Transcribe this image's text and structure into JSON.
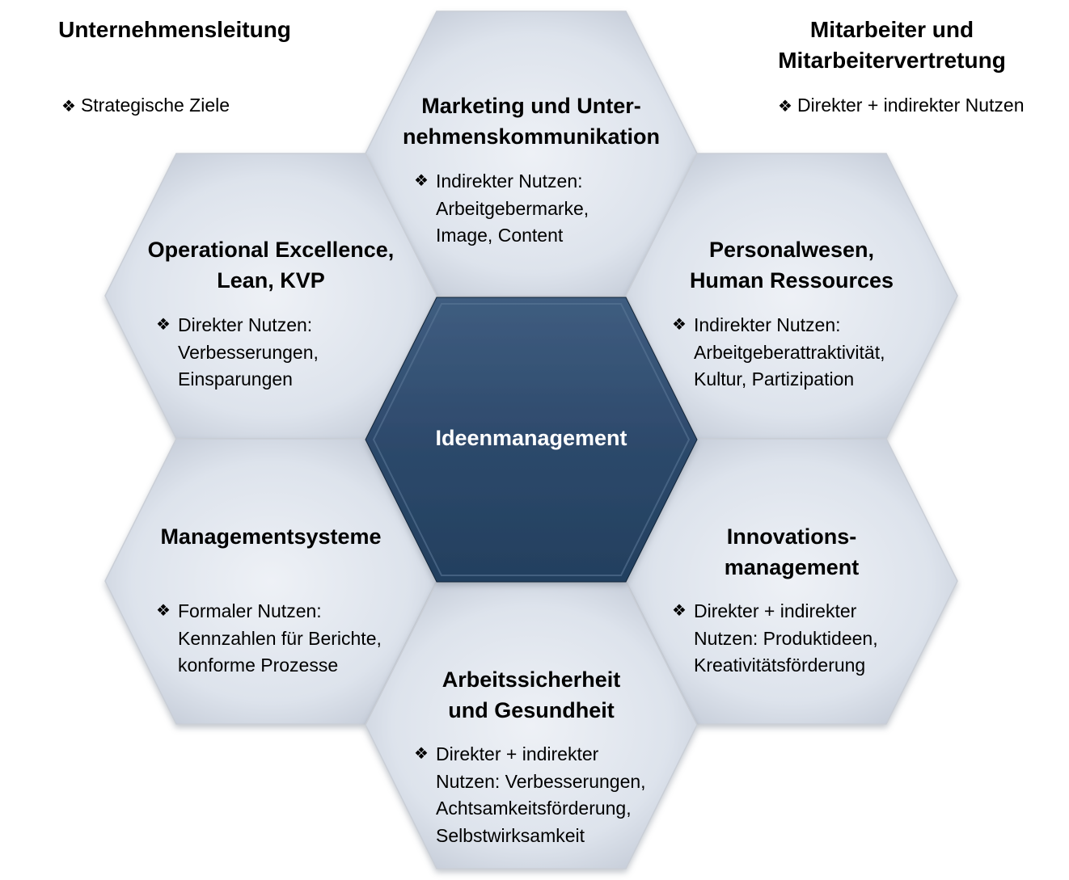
{
  "colors": {
    "hex_fill_light": "#eef1f6",
    "hex_fill_mid": "#dde3ec",
    "hex_fill_dark": "#c5ccd8",
    "center_fill_light": "#3f5d80",
    "center_fill_dark": "#23405f",
    "center_text": "#ffffff"
  },
  "bullet_icon": "❖",
  "corners": {
    "left": {
      "title": "Unternehmensleitung",
      "bullet": "Strategische Ziele"
    },
    "right": {
      "title_line1": "Mitarbeiter und",
      "title_line2": "Mitarbeitervertretung",
      "bullet": "Direkter + indirekter Nutzen"
    }
  },
  "center": {
    "label": "Ideenmanagement"
  },
  "hexes": {
    "top": {
      "title_line1": "Marketing und Unter-",
      "title_line2": "nehmenskommunikation",
      "text": [
        "Indirekter Nutzen:",
        "Arbeitgebermarke,",
        "Image, Content"
      ]
    },
    "upper_left": {
      "title_line1": "Operational Excellence,",
      "title_line2": "Lean, KVP",
      "text": [
        "Direkter Nutzen:",
        "Verbesserungen,",
        "Einsparungen"
      ]
    },
    "upper_right": {
      "title_line1": "Personalwesen,",
      "title_line2": "Human Ressources",
      "text": [
        "Indirekter Nutzen:",
        "Arbeitgeberattraktivität,",
        "Kultur, Partizipation"
      ]
    },
    "lower_left": {
      "title_line1": "Managementsysteme",
      "text": [
        "Formaler Nutzen:",
        "Kennzahlen für Berichte,",
        "konforme Prozesse"
      ]
    },
    "lower_right": {
      "title_line1": "Innovations-",
      "title_line2": "management",
      "text": [
        "Direkter + indirekter",
        "Nutzen: Produktideen,",
        "Kreativitätsförderung"
      ]
    },
    "bottom": {
      "title_line1": "Arbeitssicherheit",
      "title_line2": "und Gesundheit",
      "text": [
        "Direkter + indirekter",
        "Nutzen: Verbesserungen,",
        "Achtsamkeitsförderung,",
        "Selbstwirksamkeit"
      ]
    }
  }
}
